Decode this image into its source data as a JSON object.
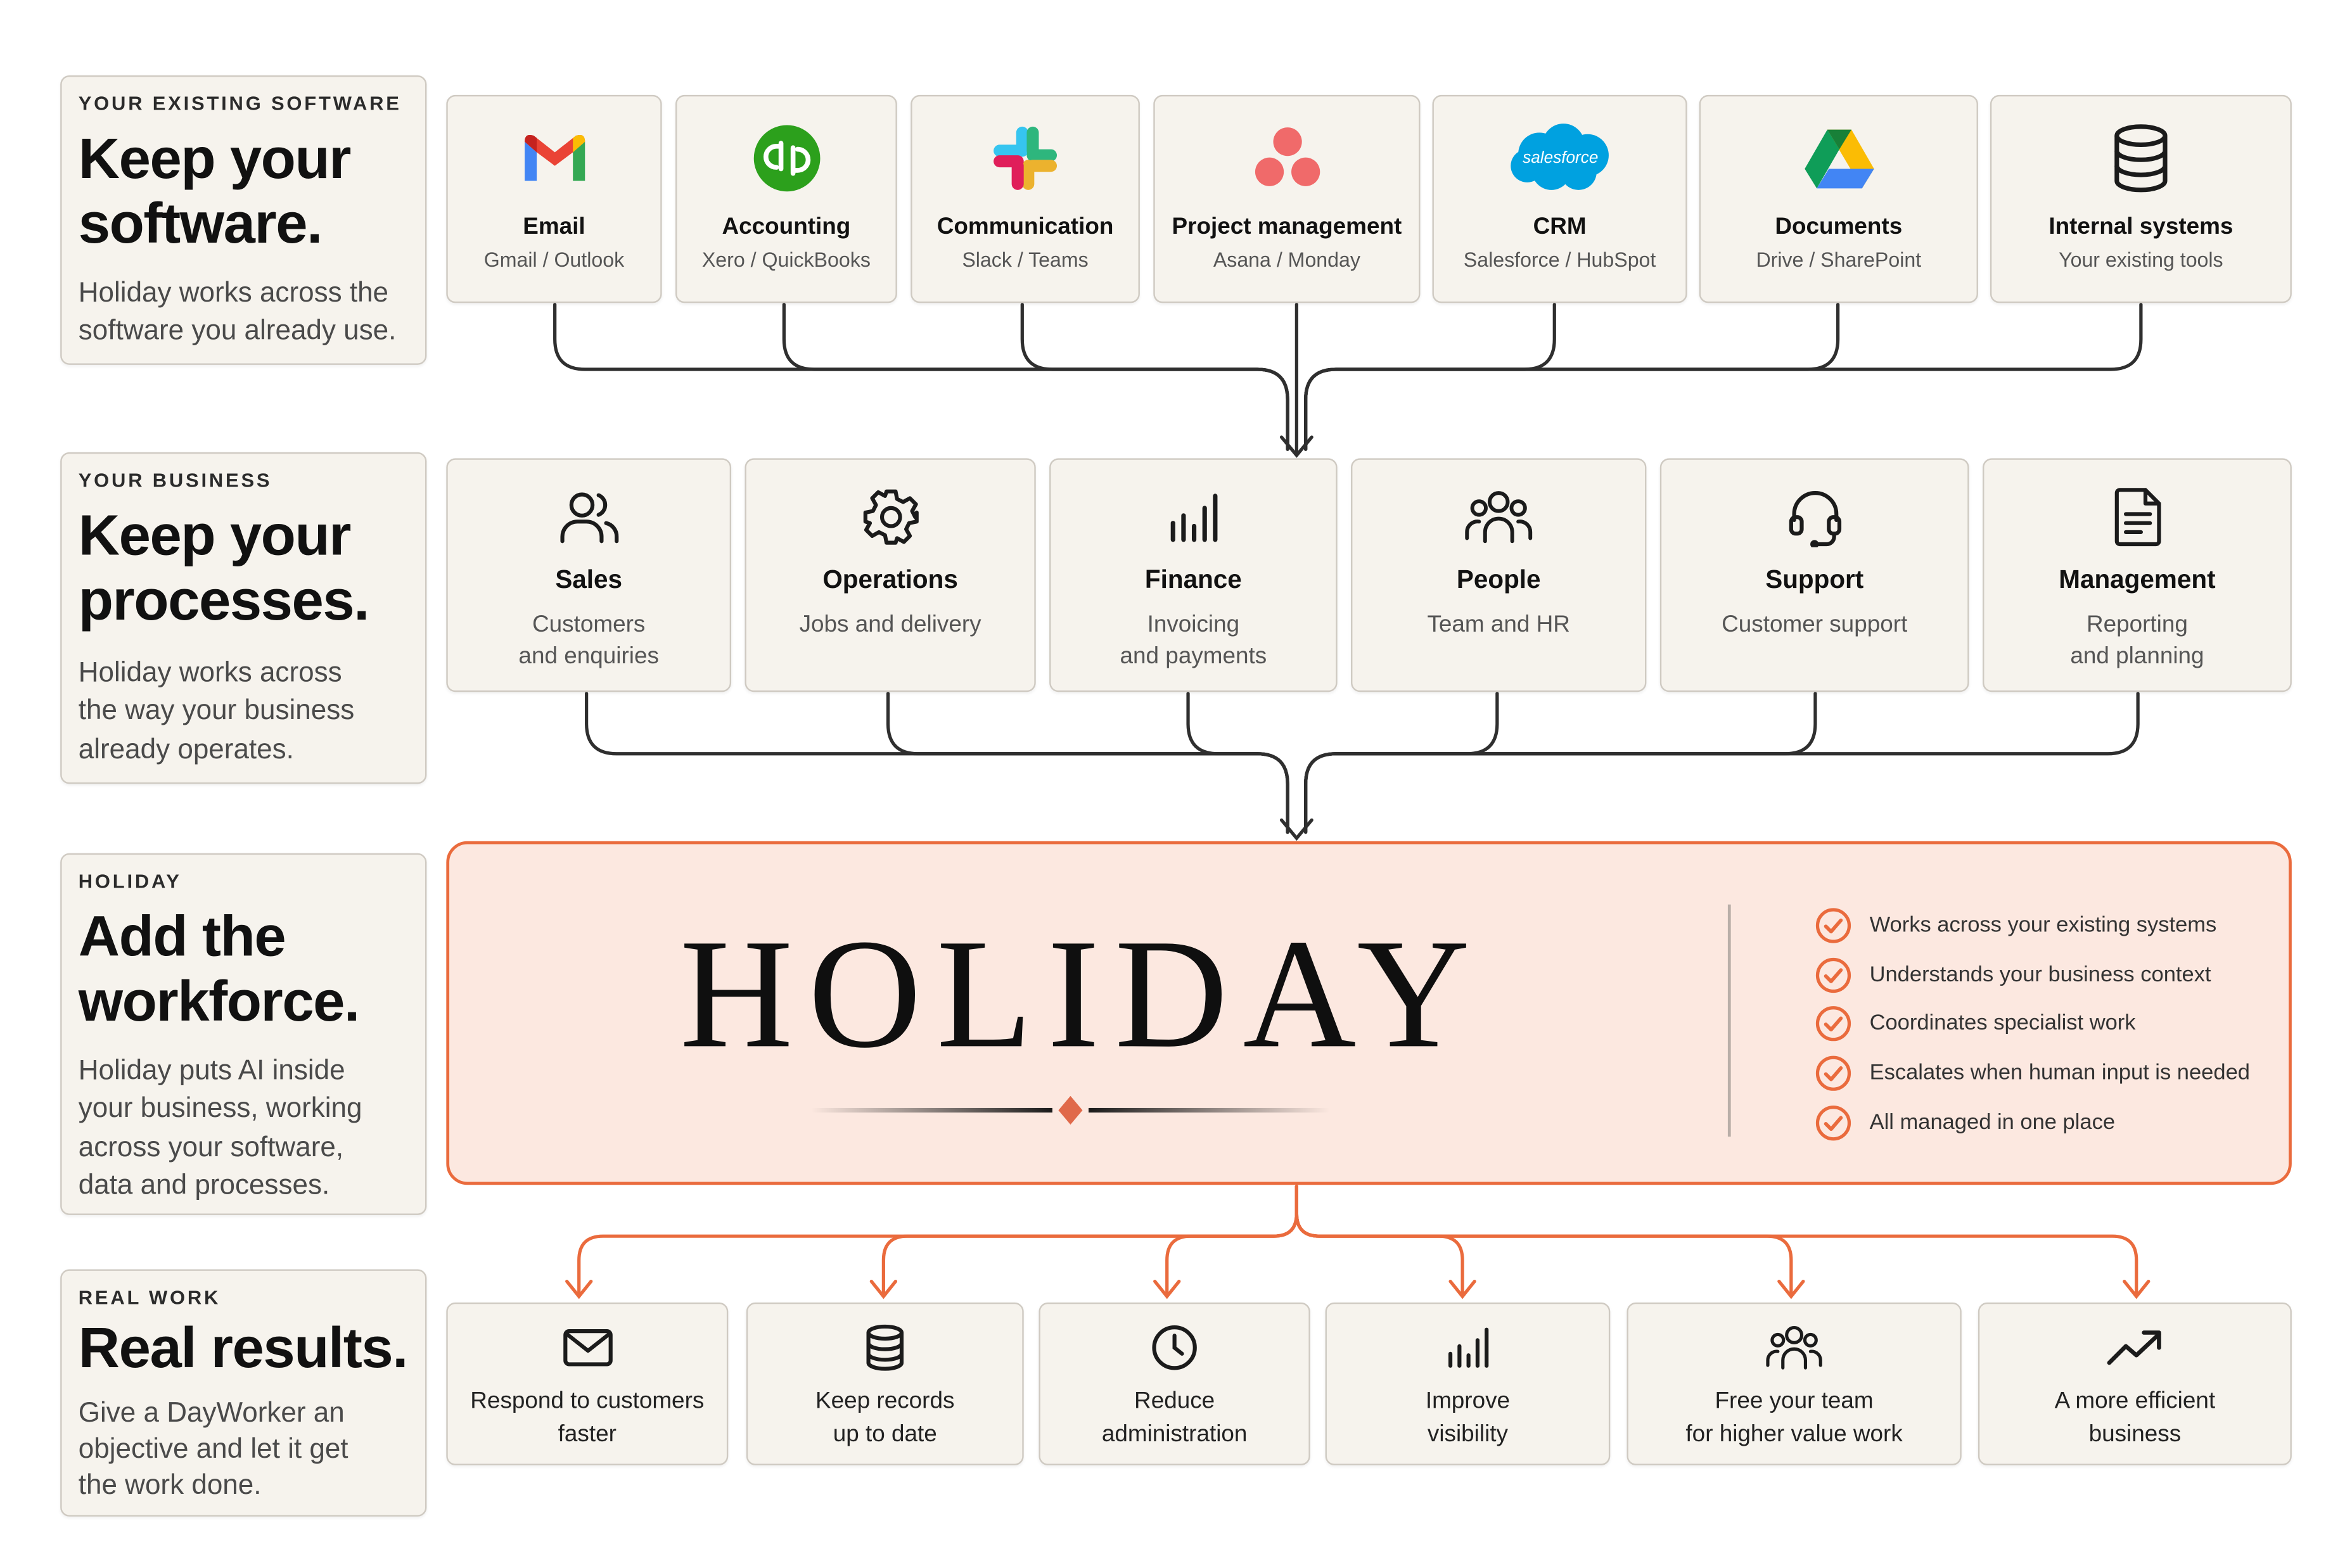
{
  "colors": {
    "accent": "#ea6b3d",
    "panel_fill": "#fce8e0",
    "card_fill": "#f6f3ed",
    "connector": "#2f2f2f"
  },
  "sections": [
    {
      "eyebrow": "YOUR EXISTING SOFTWARE",
      "headline": "Keep your\nsoftware.",
      "description": "Holiday works across the\nsoftware you already use."
    },
    {
      "eyebrow": "YOUR BUSINESS",
      "headline": "Keep your\nprocesses.",
      "description": "Holiday works across\nthe way your business\nalready operates."
    },
    {
      "eyebrow": "HOLIDAY",
      "headline": "Add the\nworkforce.",
      "description": "Holiday puts AI inside\nyour business, working\nacross your software,\ndata and processes."
    },
    {
      "eyebrow": "REAL WORK",
      "headline": "Real results.",
      "description": "Give a DayWorker an\nobjective and let it get\nthe work done."
    }
  ],
  "software": [
    {
      "title": "Email",
      "subtitle": "Gmail / Outlook",
      "icon": "gmail-icon"
    },
    {
      "title": "Accounting",
      "subtitle": "Xero / QuickBooks",
      "icon": "quickbooks-icon"
    },
    {
      "title": "Communication",
      "subtitle": "Slack / Teams",
      "icon": "slack-icon"
    },
    {
      "title": "Project management",
      "subtitle": "Asana / Monday",
      "icon": "asana-icon"
    },
    {
      "title": "CRM",
      "subtitle": "Salesforce / HubSpot",
      "icon": "salesforce-icon",
      "logo_text": "salesforce"
    },
    {
      "title": "Documents",
      "subtitle": "Drive / SharePoint",
      "icon": "google-drive-icon"
    },
    {
      "title": "Internal systems",
      "subtitle": "Your existing tools",
      "icon": "database-icon"
    }
  ],
  "processes": [
    {
      "title": "Sales",
      "subtitle": "Customers\nand enquiries",
      "icon": "users-icon"
    },
    {
      "title": "Operations",
      "subtitle": "Jobs and delivery",
      "icon": "gear-icon"
    },
    {
      "title": "Finance",
      "subtitle": "Invoicing\nand payments",
      "icon": "bar-chart-icon"
    },
    {
      "title": "People",
      "subtitle": "Team and HR",
      "icon": "team-icon"
    },
    {
      "title": "Support",
      "subtitle": "Customer support",
      "icon": "headset-icon"
    },
    {
      "title": "Management",
      "subtitle": "Reporting\nand planning",
      "icon": "document-icon"
    }
  ],
  "holiday": {
    "brand": "HOLIDAY",
    "features": [
      "Works across your existing systems",
      "Understands your business context",
      "Coordinates specialist work",
      "Escalates when human input is needed",
      "All managed in one place"
    ]
  },
  "results": [
    {
      "label": "Respond to customers\nfaster",
      "icon": "mail-icon"
    },
    {
      "label": "Keep records\nup to date",
      "icon": "database-icon"
    },
    {
      "label": "Reduce\nadministration",
      "icon": "clock-icon"
    },
    {
      "label": "Improve\nvisibility",
      "icon": "bar-chart-icon"
    },
    {
      "label": "Free your team\nfor higher value work",
      "icon": "team-icon"
    },
    {
      "label": "A more efficient\nbusiness",
      "icon": "trend-up-icon"
    }
  ]
}
